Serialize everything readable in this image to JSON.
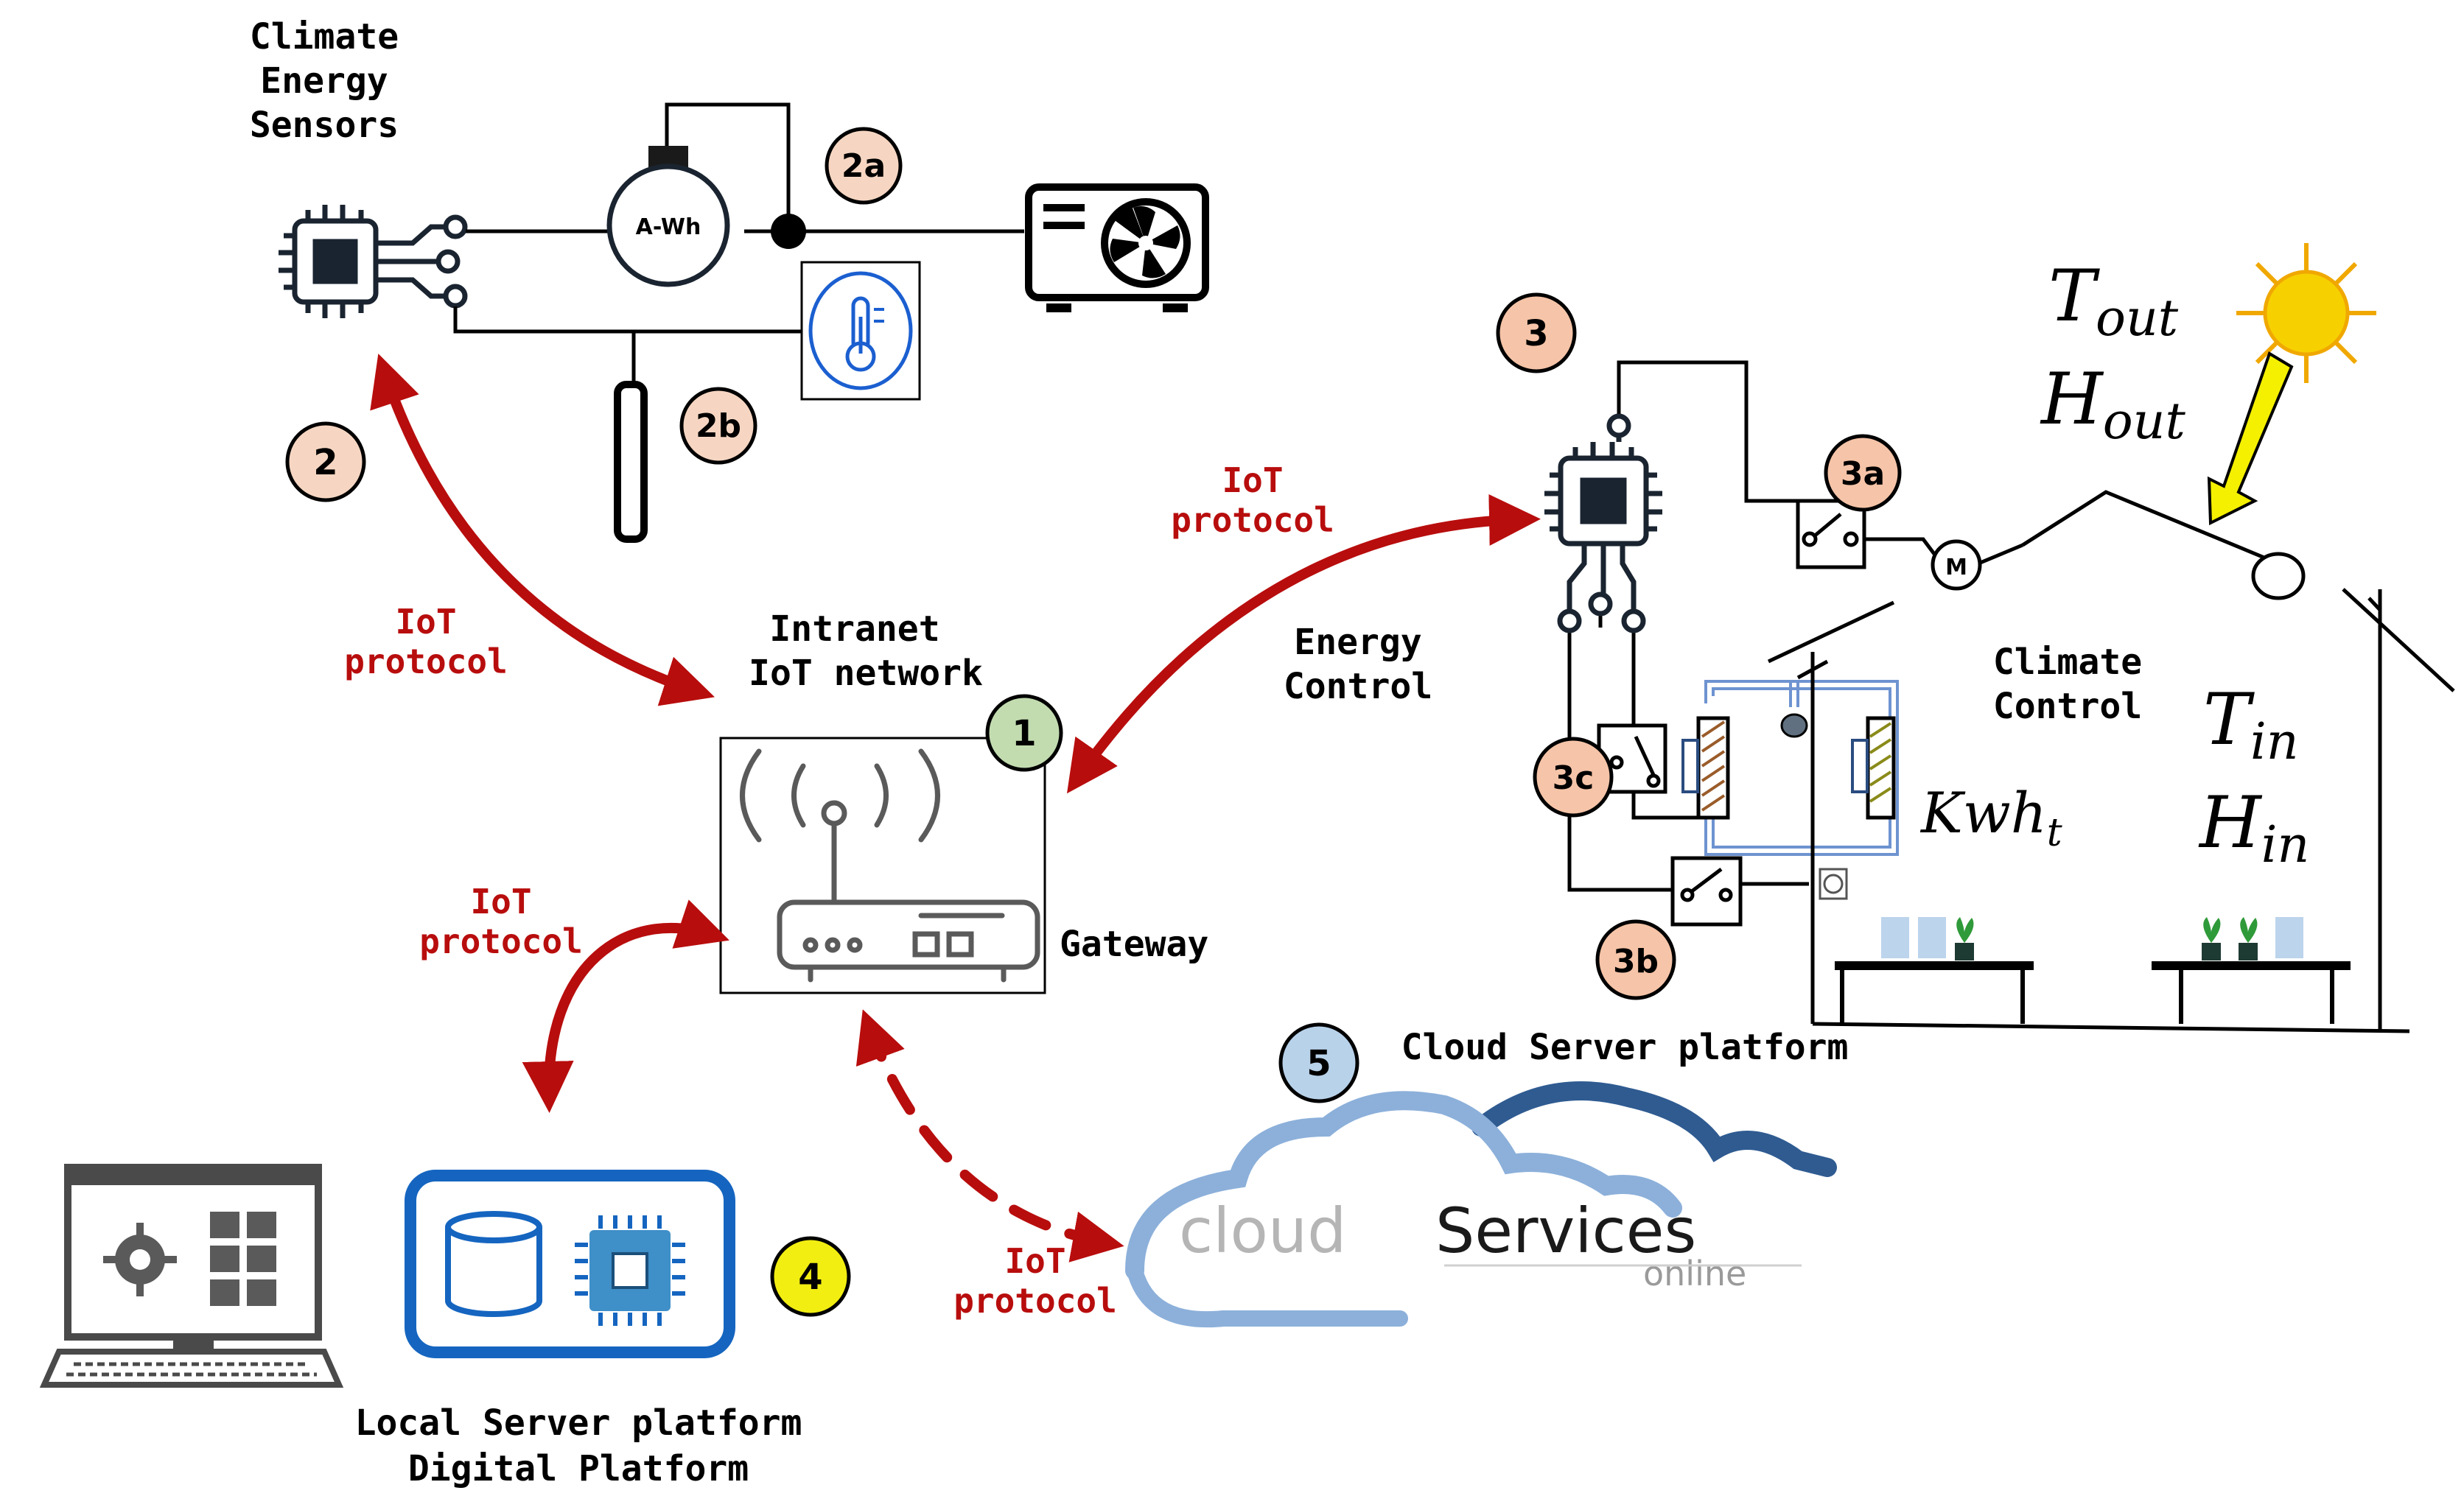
{
  "labels": {
    "sensors_title": [
      "Climate",
      "Energy",
      "Sensors"
    ],
    "meter": "A-Wh",
    "intranet": [
      "Intranet",
      "IoT network"
    ],
    "gateway": "Gateway",
    "energy_control": [
      "Energy",
      "Control"
    ],
    "climate_control": [
      "Climate",
      "Control"
    ],
    "local_server": [
      "Local Server platform",
      "Digital Platform"
    ],
    "cloud_platform": "Cloud Server platform",
    "cloud_logo_part1": "cloud",
    "cloud_logo_part2": "Services",
    "cloud_logo_sub": "online",
    "iot_protocol": [
      "IoT",
      "protocol"
    ]
  },
  "badges": {
    "b1": "1",
    "b2": "2",
    "b2a": "2a",
    "b2b": "2b",
    "b3": "3",
    "b3a": "3a",
    "b3b": "3b",
    "b3c": "3c",
    "b4": "4",
    "b5": "5"
  },
  "math": {
    "t_out_main": "T",
    "t_out_sub": "out",
    "h_out_main": "H",
    "h_out_sub": "out",
    "t_in_main": "T",
    "t_in_sub": "in",
    "h_in_main": "H",
    "h_in_sub": "in",
    "kwh_main": "Kwh",
    "kwh_sub": "t"
  },
  "colors": {
    "arrow_red": "#b80d0d",
    "badge_peach": "#f6d6c2",
    "badge_green": "#c2dcb0",
    "badge_blue": "#b8d2ea",
    "badge_yellow": "#f2ee12",
    "local_server_blue": "#1565c0",
    "cloud_light": "#7fa7d4",
    "cloud_dark": "#2f5b91",
    "sun": "#f7d000"
  }
}
